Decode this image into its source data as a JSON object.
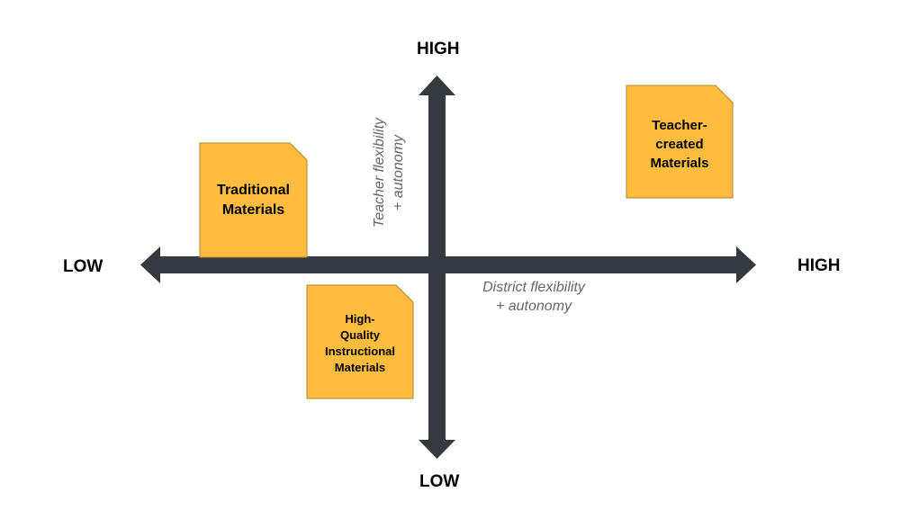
{
  "colors": {
    "axis": "#343a40",
    "card_fill": "#ffbc3f",
    "card_stroke": "#b7852b",
    "caption": "#666666"
  },
  "axes": {
    "vertical": {
      "top_label": "HIGH",
      "bottom_label": "LOW",
      "caption": [
        "Teacher flexibility",
        "+ autonomy"
      ]
    },
    "horizontal": {
      "left_label": "LOW",
      "right_label": "HIGH",
      "caption": [
        "District flexibility",
        "+ autonomy"
      ]
    }
  },
  "cards": {
    "traditional": {
      "lines": [
        "Traditional",
        "Materials"
      ]
    },
    "hqim": {
      "lines": [
        "High-",
        "Quality",
        "Instructional",
        "Materials"
      ]
    },
    "teacher_created": {
      "lines": [
        "Teacher-",
        "created",
        "Materials"
      ]
    }
  }
}
